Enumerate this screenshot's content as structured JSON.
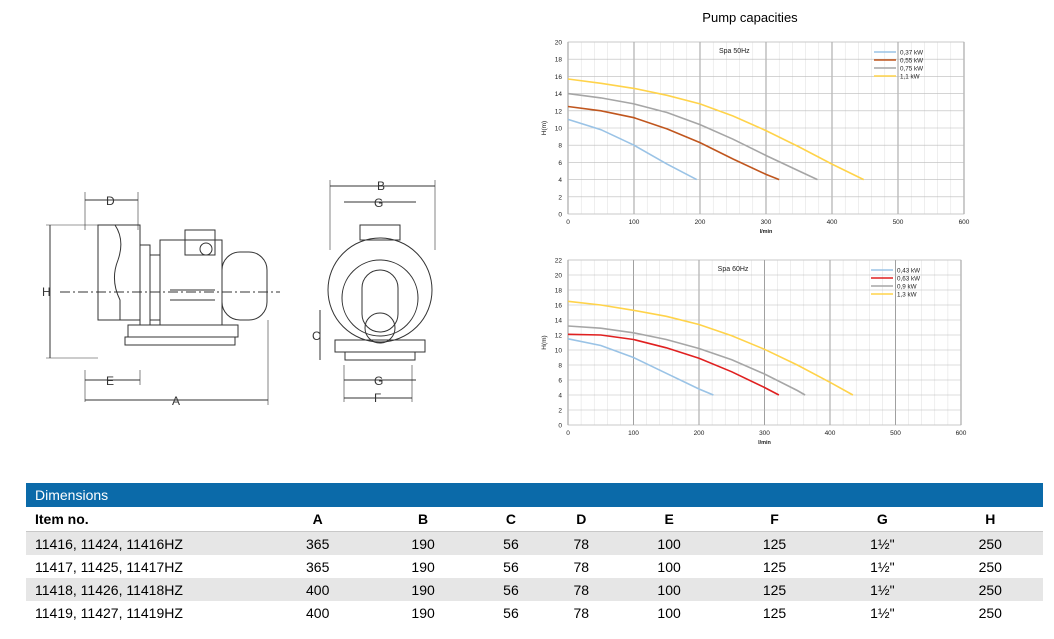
{
  "drawing": {
    "labels": {
      "A": "A",
      "B": "B",
      "C": "C",
      "D": "D",
      "E": "E",
      "F": "F",
      "G": "G",
      "H": "H"
    }
  },
  "charts_title": "Pump capacities",
  "chart_data": [
    {
      "type": "line",
      "title": "Spa 50Hz",
      "xlabel": "l/min",
      "ylabel": "H(m)",
      "xlim": [
        0,
        600
      ],
      "ylim": [
        0,
        20
      ],
      "xticks": [
        0,
        100,
        200,
        300,
        400,
        500,
        600
      ],
      "yticks": [
        0,
        2,
        4,
        6,
        8,
        10,
        12,
        14,
        16,
        18,
        20
      ],
      "grid": true,
      "legend_position": "top-right",
      "series": [
        {
          "name": "0,37 kW",
          "color": "#9ac3e6",
          "x": [
            0,
            50,
            100,
            150,
            195
          ],
          "y": [
            11,
            9.8,
            8,
            5.8,
            4
          ]
        },
        {
          "name": "0,55 kW",
          "color": "#c0561e",
          "x": [
            0,
            50,
            100,
            150,
            200,
            250,
            300,
            320
          ],
          "y": [
            12.5,
            12,
            11.2,
            9.9,
            8.3,
            6.4,
            4.6,
            4
          ]
        },
        {
          "name": "0,75 kW",
          "color": "#a6a6a6",
          "x": [
            0,
            50,
            100,
            150,
            200,
            250,
            300,
            350,
            378
          ],
          "y": [
            14,
            13.5,
            12.8,
            11.8,
            10.4,
            8.7,
            6.8,
            5,
            4
          ]
        },
        {
          "name": "1,1 kW",
          "color": "#ffd34a",
          "x": [
            0,
            50,
            100,
            150,
            200,
            250,
            300,
            350,
            400,
            448
          ],
          "y": [
            15.7,
            15.2,
            14.6,
            13.8,
            12.8,
            11.4,
            9.7,
            7.8,
            5.8,
            4
          ]
        }
      ]
    },
    {
      "type": "line",
      "title": "Spa 60Hz",
      "xlabel": "l/min",
      "ylabel": "H(m)",
      "xlim": [
        0,
        600
      ],
      "ylim": [
        0,
        22
      ],
      "xticks": [
        0,
        100,
        200,
        300,
        400,
        500,
        600
      ],
      "yticks": [
        0,
        2,
        4,
        6,
        8,
        10,
        12,
        14,
        16,
        18,
        20,
        22
      ],
      "grid": true,
      "legend_position": "top-right",
      "series": [
        {
          "name": "0,43 kW",
          "color": "#9ac3e6",
          "x": [
            0,
            50,
            100,
            150,
            200,
            222
          ],
          "y": [
            11.5,
            10.6,
            9,
            6.9,
            4.8,
            4
          ]
        },
        {
          "name": "0,63 kW",
          "color": "#e02020",
          "x": [
            0,
            50,
            100,
            150,
            200,
            250,
            300,
            322
          ],
          "y": [
            12.1,
            12,
            11.4,
            10.3,
            8.9,
            7.1,
            5,
            4
          ]
        },
        {
          "name": "0,9 kW",
          "color": "#a6a6a6",
          "x": [
            0,
            50,
            100,
            150,
            200,
            250,
            300,
            350,
            362
          ],
          "y": [
            13.2,
            12.9,
            12.3,
            11.4,
            10.2,
            8.7,
            6.8,
            4.6,
            4
          ]
        },
        {
          "name": "1,3 kW",
          "color": "#ffd34a",
          "x": [
            0,
            50,
            100,
            150,
            200,
            250,
            300,
            350,
            400,
            435
          ],
          "y": [
            16.5,
            16,
            15.3,
            14.5,
            13.4,
            11.9,
            10.1,
            8,
            5.7,
            4
          ]
        }
      ]
    }
  ],
  "dimensions": {
    "heading": "Dimensions",
    "columns": [
      "Item no.",
      "A",
      "B",
      "C",
      "D",
      "E",
      "F",
      "G",
      "H"
    ],
    "rows": [
      [
        "11416, 11424, 11416HZ",
        "365",
        "190",
        "56",
        "78",
        "100",
        "125",
        "1½\"",
        "250"
      ],
      [
        "11417, 11425, 11417HZ",
        "365",
        "190",
        "56",
        "78",
        "100",
        "125",
        "1½\"",
        "250"
      ],
      [
        "11418, 11426, 11418HZ",
        "400",
        "190",
        "56",
        "78",
        "100",
        "125",
        "1½\"",
        "250"
      ],
      [
        "11419, 11427, 11419HZ",
        "400",
        "190",
        "56",
        "78",
        "100",
        "125",
        "1½\"",
        "250"
      ]
    ]
  }
}
